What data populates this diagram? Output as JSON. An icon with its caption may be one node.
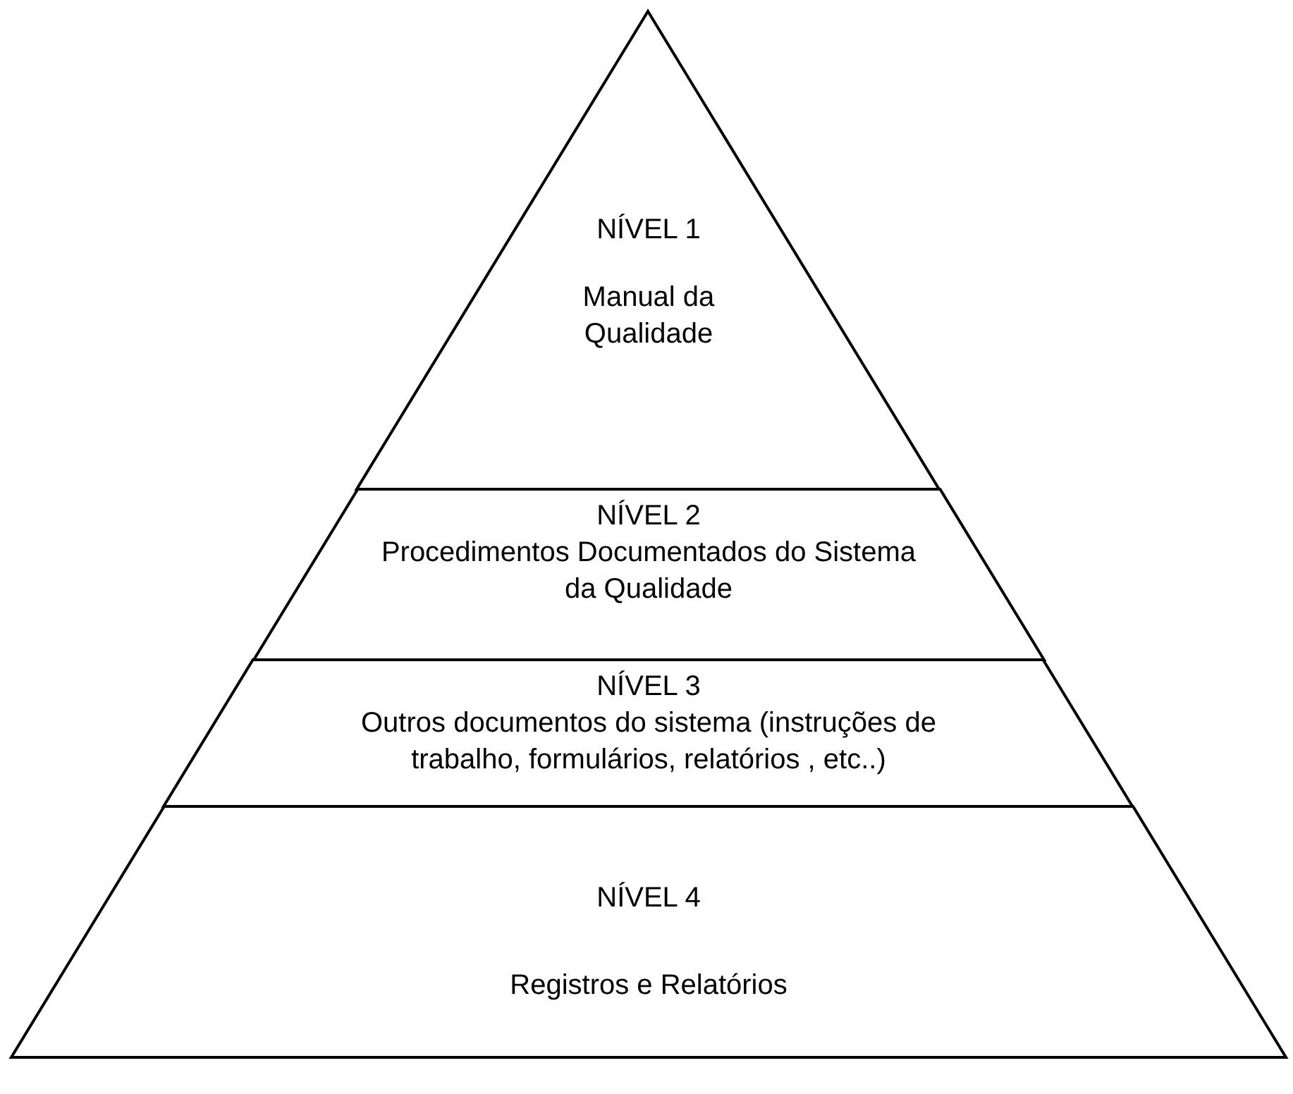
{
  "diagram": {
    "nodes": [
      {
        "text": [
          "NÍVEL 1",
          "Manual da Qualidade"
        ]
      },
      {
        "text": [
          "NÍVEL 2",
          "Procedimentos Documentados do Sistema da Qualidade"
        ]
      },
      {
        "text": [
          "NÍVEL 3",
          "Outros documentos do sistema (instruções de trabalho, formulários, relatórios , etc..)"
        ]
      },
      {
        "text": [
          "NÍVEL 4",
          "Registros e Relatórios"
        ]
      }
    ]
  }
}
